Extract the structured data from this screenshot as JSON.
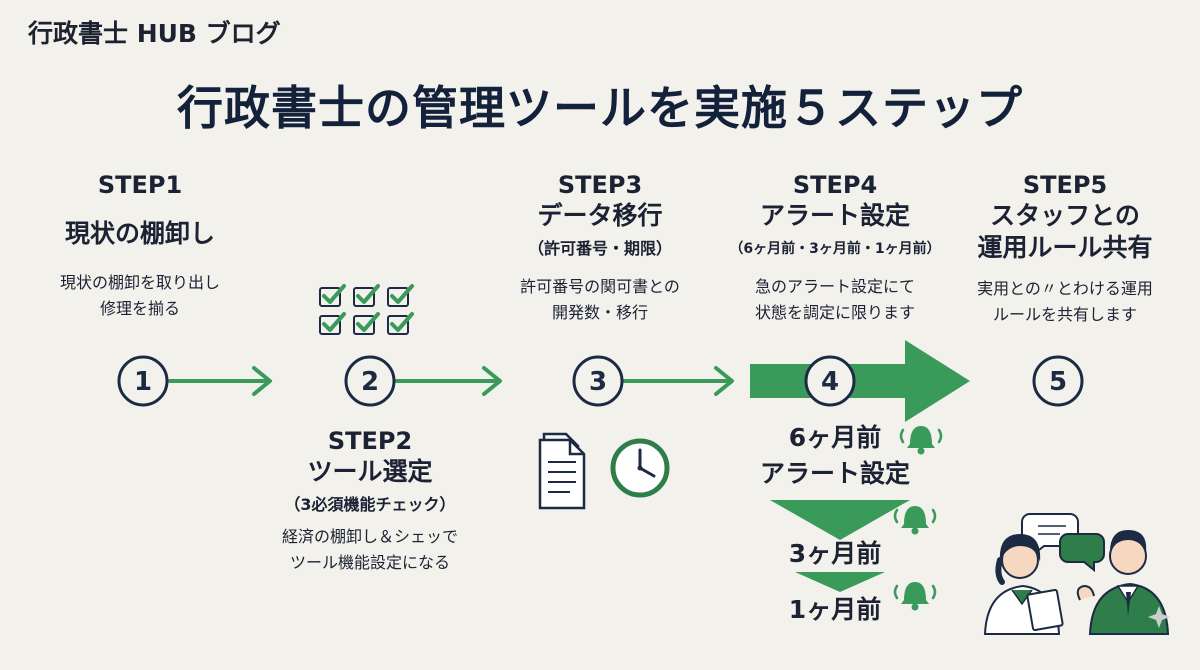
{
  "brand": "行政書士 HUB ブログ",
  "title": "行政書士の管理ツールを実施５ステップ",
  "steps": [
    {
      "label": "STEP1",
      "name": "現状の棚卸し",
      "desc_1": "現状の棚卸を取り出し",
      "desc_2": "修理を揃る",
      "number": "1"
    },
    {
      "label": "STEP2",
      "name": "ツール選定",
      "sub": "（3必須機能チェック）",
      "desc_1": "経済の棚卸し＆シェッで",
      "desc_2": "ツール機能設定になる",
      "number": "2"
    },
    {
      "label": "STEP3",
      "name": "データ移行",
      "sub": "（許可番号・期限）",
      "desc_1": "許可番号の関可書との",
      "desc_2": "開発数・移行",
      "number": "3"
    },
    {
      "label": "STEP4",
      "name": "アラート設定",
      "sub": "（6ヶ月前・3ヶ月前・1ヶ月前）",
      "desc_1": "急のアラート設定にて",
      "desc_2": "状態を調定に限ります",
      "number": "4"
    },
    {
      "label": "STEP5",
      "name_1": "スタッフとの",
      "name_2": "運用ルール共有",
      "desc_1": "実用との〃とわける運用",
      "desc_2": "ルールを共有します",
      "number": "5"
    }
  ],
  "alerts": {
    "six_month": "6ヶ月前",
    "alert_setting": "アラート設定",
    "three_month": "3ヶ月前",
    "one_month": "1ヶ月前"
  },
  "colors": {
    "navy": "#1c2a44",
    "green": "#3a9a5a",
    "dark_green": "#2e7d4a",
    "background": "#f2f1ec"
  }
}
